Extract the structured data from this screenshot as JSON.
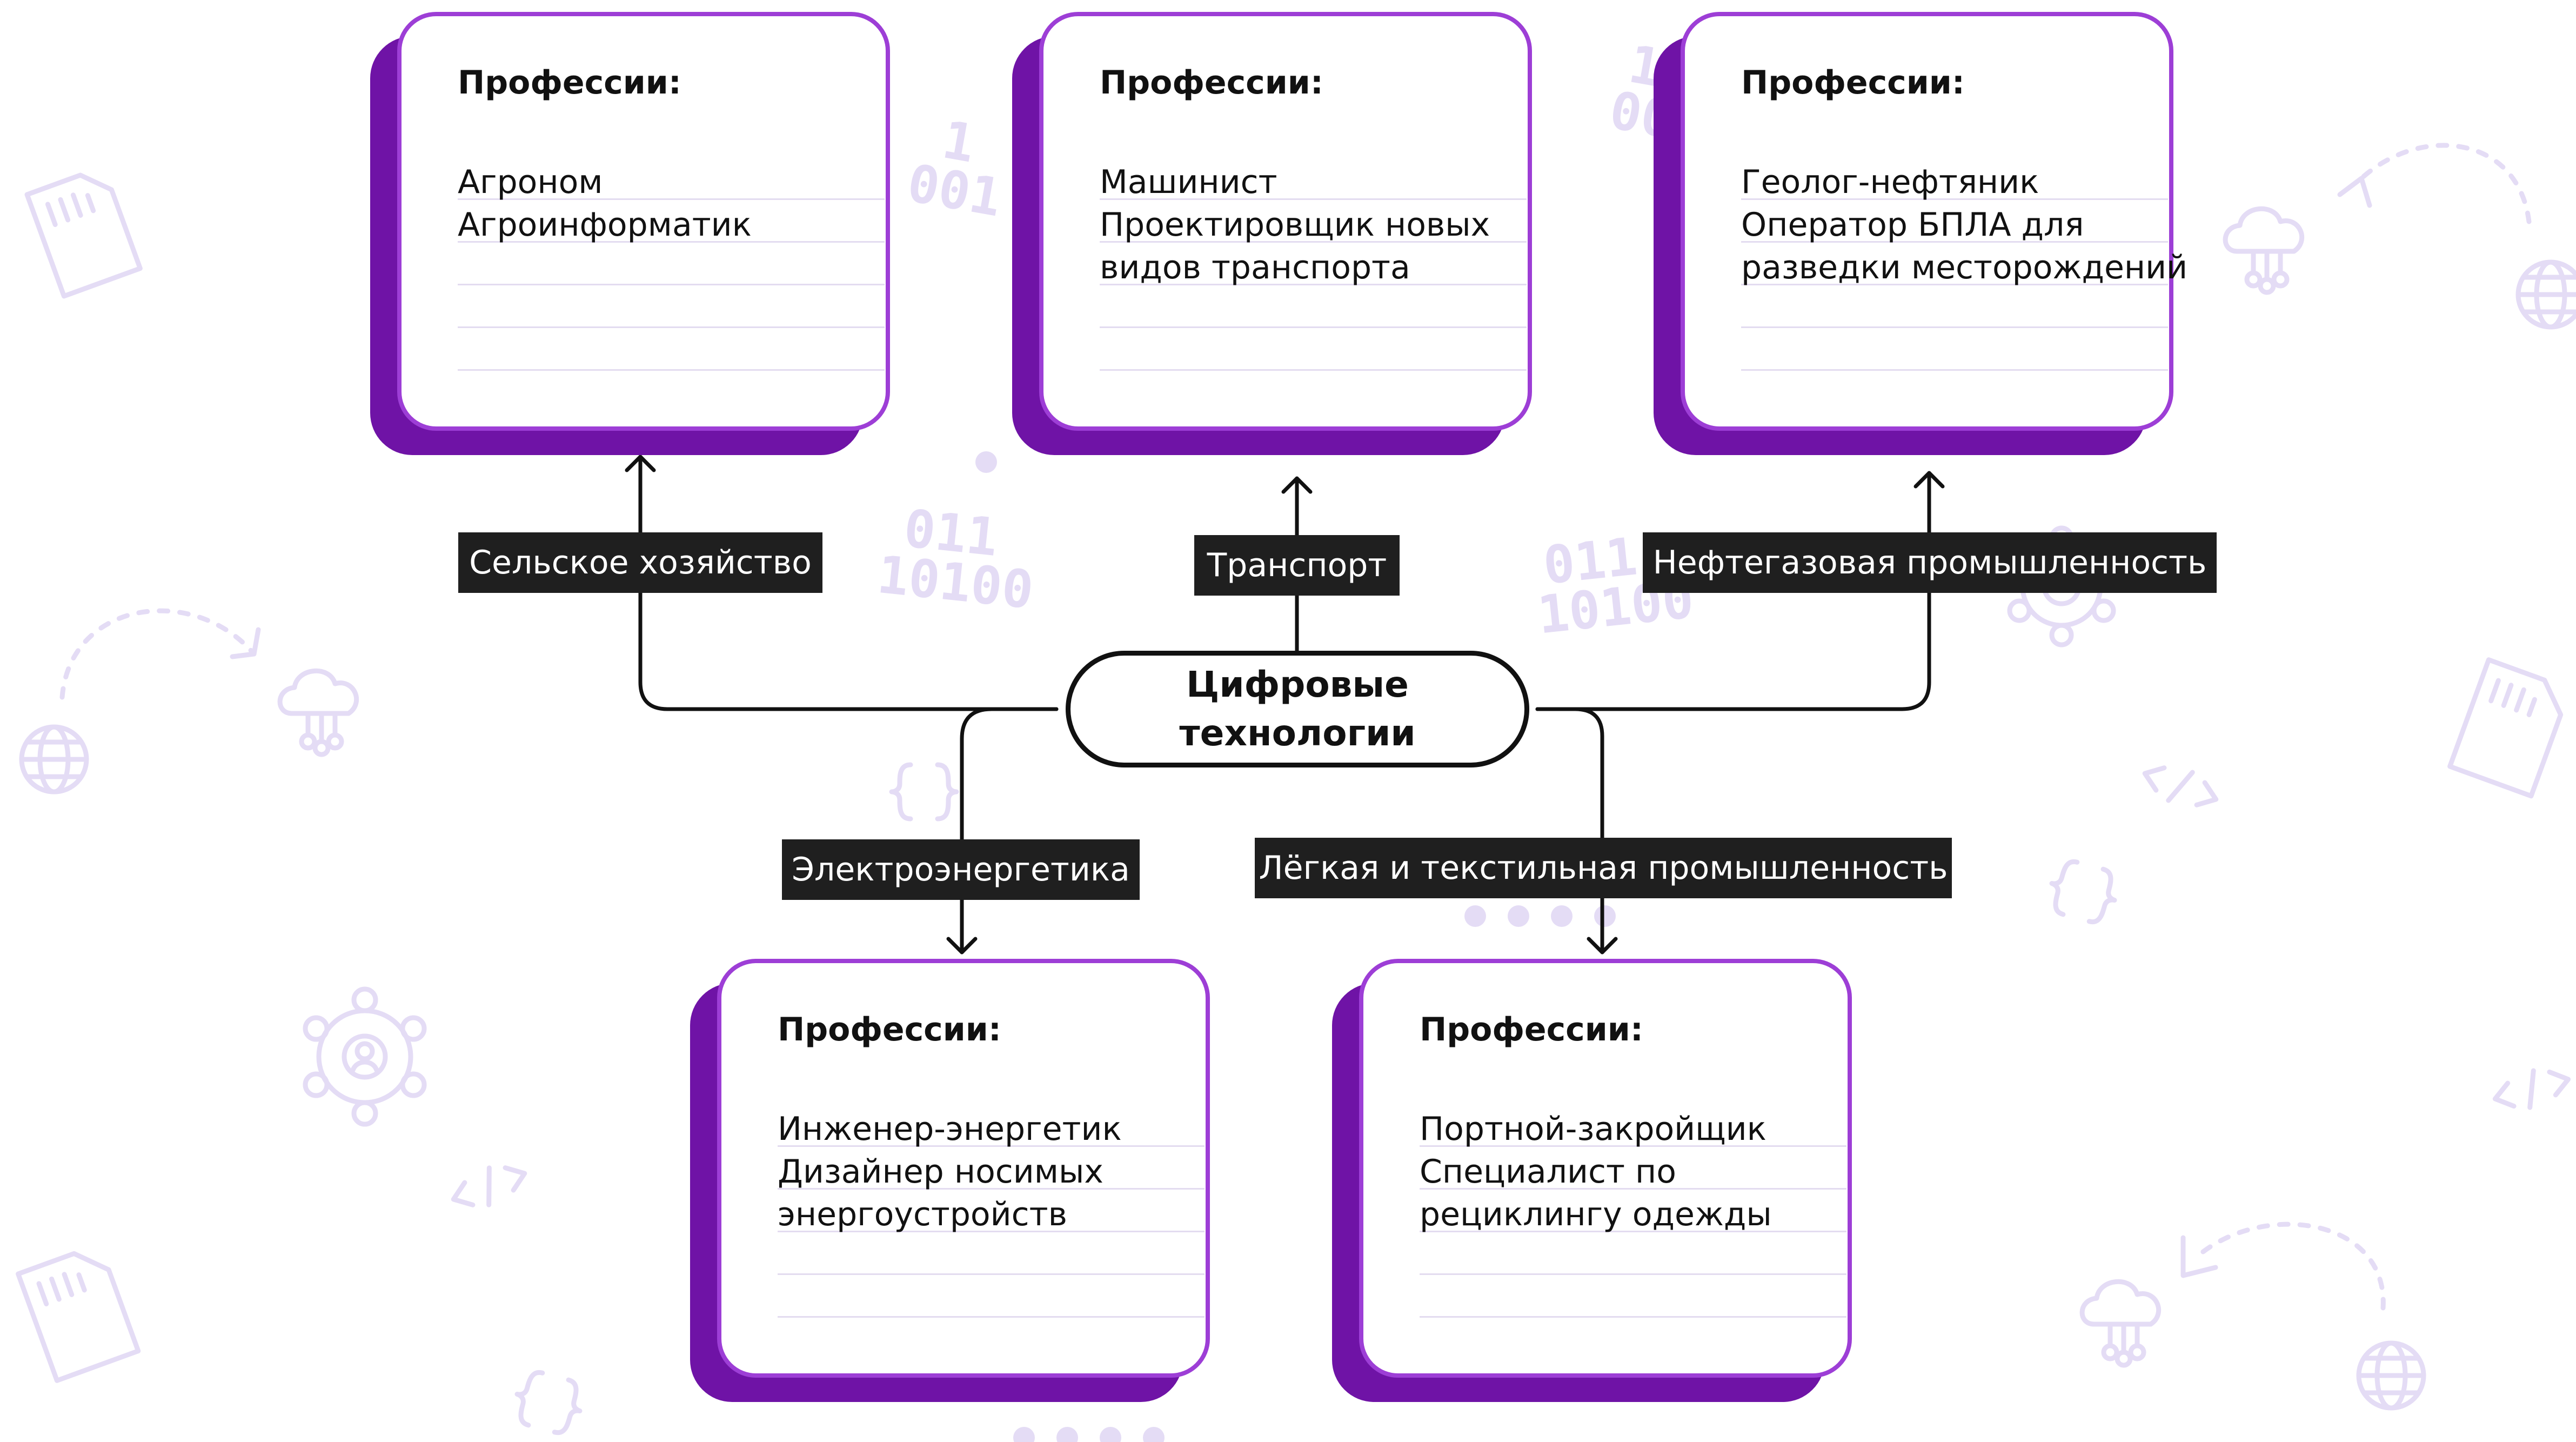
{
  "diagram": {
    "center": {
      "line1": "Цифровые",
      "line2": "технологии"
    },
    "branches": [
      {
        "label": "Сельское хозяйство",
        "card": {
          "title": "Профессии:",
          "items": [
            "Агроном",
            "Агроинформатик"
          ]
        }
      },
      {
        "label": "Транспорт",
        "card": {
          "title": "Профессии:",
          "items": [
            "Машинист",
            "Проектировщик новых",
            "видов транспорта"
          ]
        }
      },
      {
        "label": "Нефтегазовая промышленность",
        "card": {
          "title": "Профессии:",
          "items": [
            "Геолог-нефтяник",
            "Оператор БПЛА для",
            "разведки месторождений"
          ]
        }
      },
      {
        "label": "Электроэнергетика",
        "card": {
          "title": "Профессии:",
          "items": [
            "Инженер-энергетик",
            "Дизайнер носимых",
            "энергоустройств"
          ]
        }
      },
      {
        "label": "Лёгкая и текстильная промышленность",
        "card": {
          "title": "Профессии:",
          "items": [
            "Портной-закройщик",
            "Специалист по",
            "рециклингу одежды"
          ]
        }
      }
    ]
  },
  "colors": {
    "card_border": "#9d3ed6",
    "card_shadow": "#6f13a6",
    "label_background": "#1f1f1f",
    "connector": "#111111",
    "decor": "#e4dcf5"
  },
  "decor_icons": [
    "sd-card-icon",
    "binary-digits-icon",
    "cloud-network-icon",
    "globe-icon",
    "dashed-arrow-icon",
    "network-user-icon",
    "code-braces-icon",
    "code-tag-icon",
    "dots-row-icon"
  ]
}
